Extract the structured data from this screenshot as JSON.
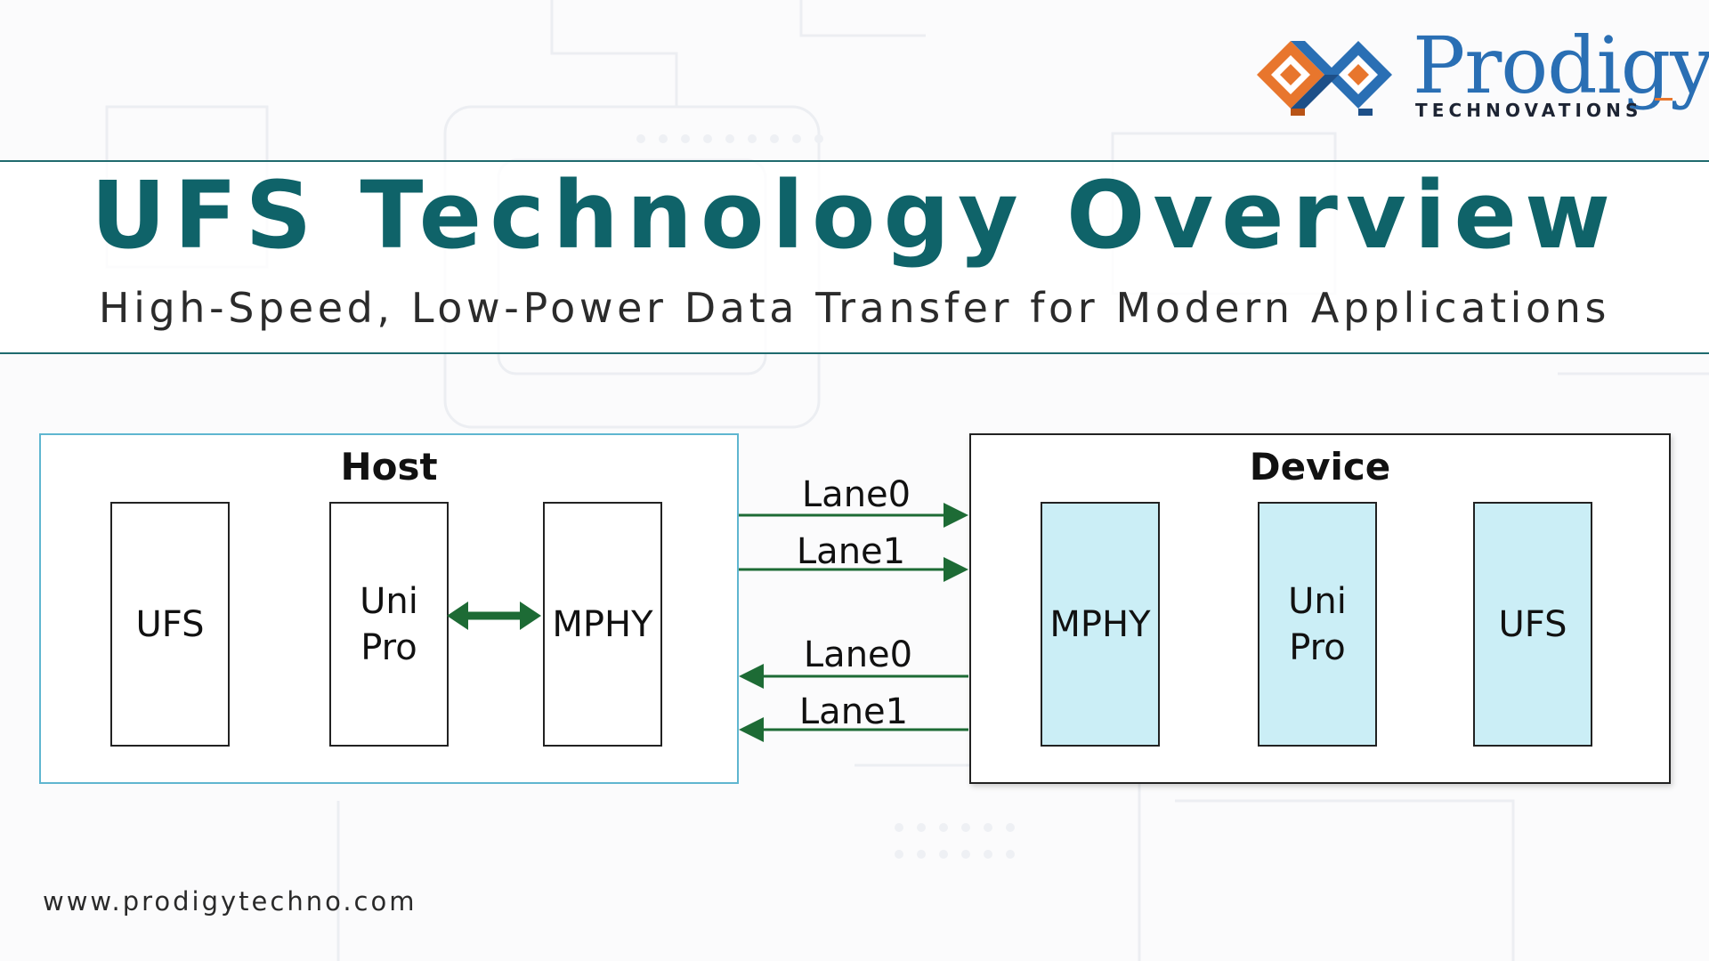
{
  "brand": {
    "name": "Prodigy",
    "tagline": "TECHNOVATIONS",
    "colors": {
      "blue": "#2a6fb4",
      "orange": "#e8762d",
      "teal": "#0f6369"
    }
  },
  "header": {
    "title": "UFS Technology Overview",
    "subtitle": "High-Speed, Low-Power Data Transfer for Modern Applications"
  },
  "diagram": {
    "host": {
      "title": "Host",
      "blocks": [
        {
          "label": "UFS"
        },
        {
          "line1": "Uni",
          "line2": "Pro"
        },
        {
          "label": "MPHY"
        }
      ],
      "internal_link": "UniPro <-> MPHY (bidirectional)"
    },
    "device": {
      "title": "Device",
      "blocks": [
        {
          "label": "MPHY"
        },
        {
          "line1": "Uni",
          "line2": "Pro"
        },
        {
          "label": "UFS"
        }
      ]
    },
    "lanes": {
      "tx": [
        "Lane0",
        "Lane1"
      ],
      "rx": [
        "Lane0",
        "Lane1"
      ]
    },
    "colors": {
      "arrow": "#1d6b35",
      "host_border": "#5fb6d0",
      "device_fill": "#cbeef6"
    }
  },
  "footer": {
    "url": "www.prodigytechno.com"
  }
}
